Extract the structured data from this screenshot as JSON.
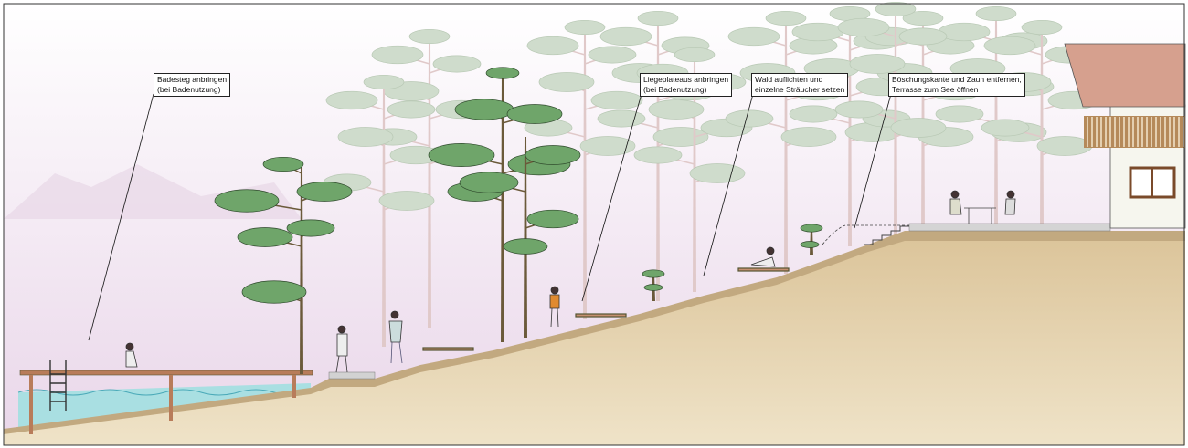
{
  "annotations": [
    {
      "id": "badesteg",
      "line1": "Badesteg anbringen",
      "line2": "(bei  Badenutzung)"
    },
    {
      "id": "liegeplateaus",
      "line1": "Liegeplateaus anbringen",
      "line2": "(bei Badenutzung)"
    },
    {
      "id": "wald",
      "line1": "Wald auflichten und",
      "line2": "einzelne Sträucher setzen"
    },
    {
      "id": "boeschung",
      "line1": "Böschungskante und Zaun entfernen,",
      "line2": "Terrasse zum See öffnen"
    }
  ],
  "colors": {
    "sky_top": "#ffffff",
    "sky_bottom": "#ead9ea",
    "ground": "#e2cfa8",
    "ground_edge": "#bfa57a",
    "water": "#a9dfe2",
    "tree_front": "#6fa56a",
    "tree_back": "#cfdccc",
    "trunk": "#6b5a3a",
    "roof": "#d6a08e",
    "wall": "#f6f6ee"
  }
}
